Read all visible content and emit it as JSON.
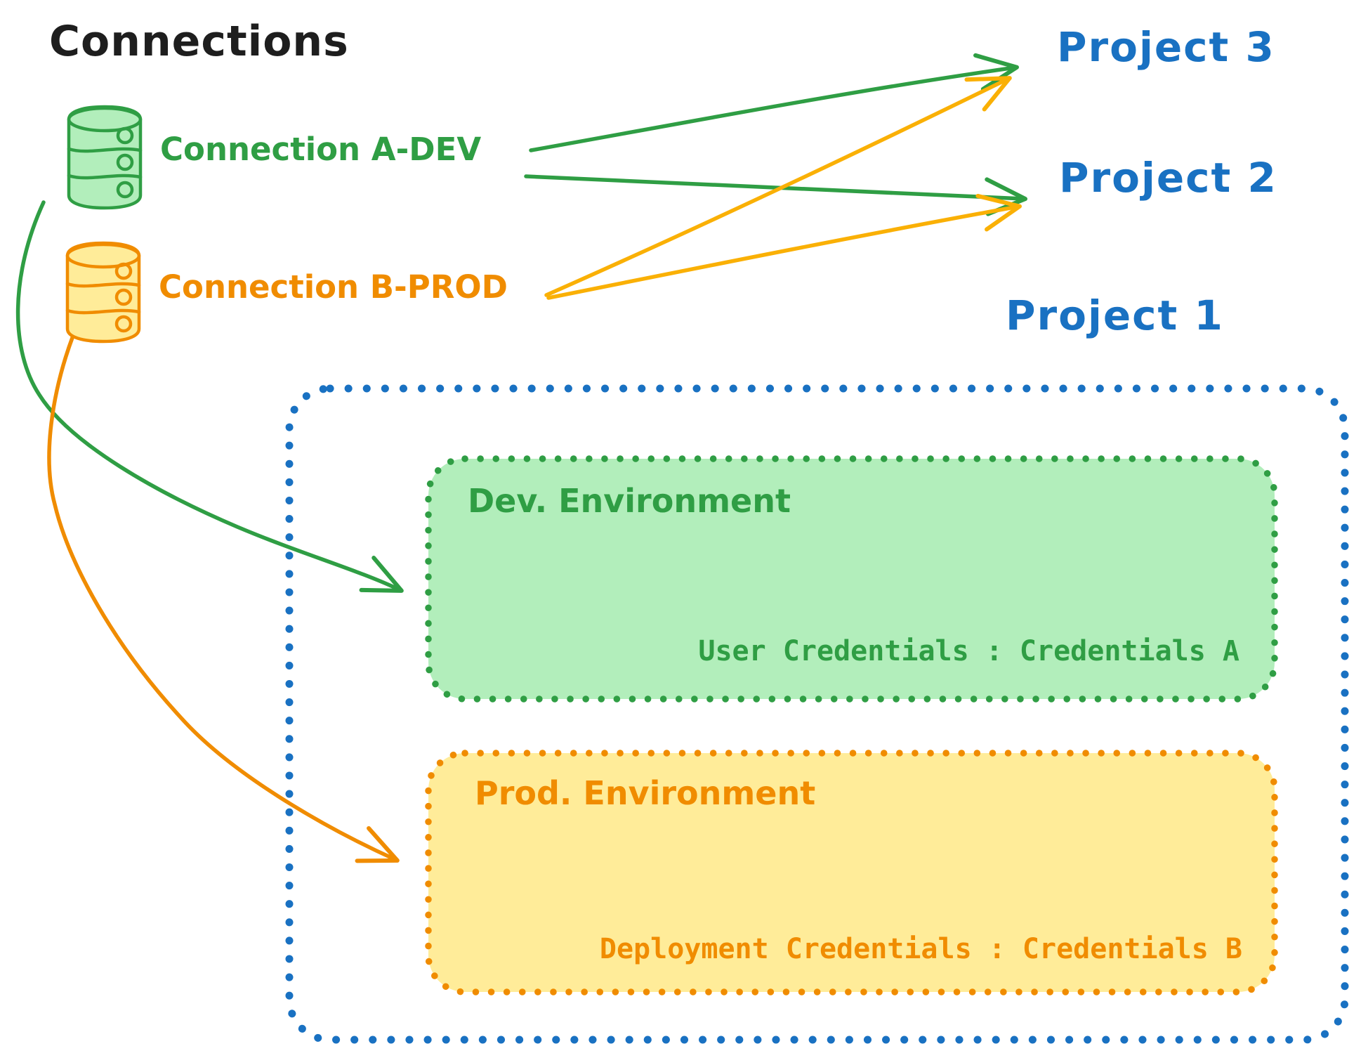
{
  "title": "Connections",
  "colors": {
    "ink": "#1e1e1e",
    "green": "#2f9e44",
    "green_fill": "#b2eebb",
    "orange": "#f08c00",
    "orange_fill": "#ffec99",
    "amber": "#fab005",
    "blue": "#1971c2"
  },
  "connections": [
    {
      "id": "a-dev",
      "label": "Connection A-DEV",
      "color": "#2f9e44",
      "icon": "database-icon"
    },
    {
      "id": "b-prod",
      "label": "Connection B-PROD",
      "color": "#f08c00",
      "icon": "database-icon"
    }
  ],
  "projects": [
    {
      "label": "Project 3"
    },
    {
      "label": "Project 2"
    },
    {
      "label": "Project 1"
    }
  ],
  "project1": {
    "dev": {
      "title": "Dev. Environment",
      "credentials": "User Credentials : Credentials A"
    },
    "prod": {
      "title": "Prod. Environment",
      "credentials": "Deployment Credentials : Credentials B"
    }
  },
  "arrows": [
    {
      "from": "Connection A-DEV",
      "to": "Project 3",
      "color": "#2f9e44"
    },
    {
      "from": "Connection A-DEV",
      "to": "Project 2",
      "color": "#2f9e44"
    },
    {
      "from": "Connection B-PROD",
      "to": "Project 3",
      "color": "#fab005"
    },
    {
      "from": "Connection B-PROD",
      "to": "Project 2",
      "color": "#fab005"
    },
    {
      "from": "Connection A-DEV",
      "to": "Dev. Environment",
      "color": "#2f9e44"
    },
    {
      "from": "Connection B-PROD",
      "to": "Prod. Environment",
      "color": "#f08c00"
    }
  ]
}
